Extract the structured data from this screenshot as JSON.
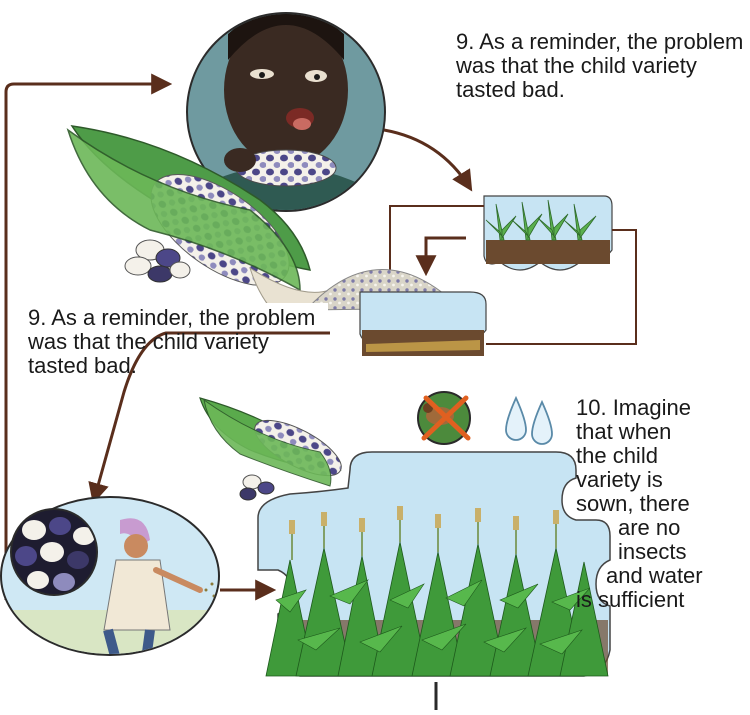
{
  "captions": {
    "step9_top": "9. As a reminder, the problem was that the child variety tasted bad.",
    "step9_mid": "9. As a reminder, the problem was that the child variety tasted bad.",
    "step10_lines": [
      "10. Imagine",
      "that when",
      "the child",
      "variety is",
      "sown, there",
      "are no",
      "insects",
      "and water",
      "is sufficient"
    ]
  },
  "icons": {
    "child_face": "child-tasting-face-icon",
    "maize_cob": "blue-white-maize-cob-icon",
    "seed_pile": "seed-pile-icon",
    "no_insects": "crossed-out-insect-icon",
    "water": "water-drops-icon",
    "farmer": "farmer-sowing-icon"
  },
  "colors": {
    "arrow": "#5a2e1c",
    "sky": "#c7e4f3",
    "soil": "#6b4a2f",
    "leaf": "#3f9a3a",
    "kernel_blue": "#5b5a9c",
    "cross": "#e06020"
  }
}
